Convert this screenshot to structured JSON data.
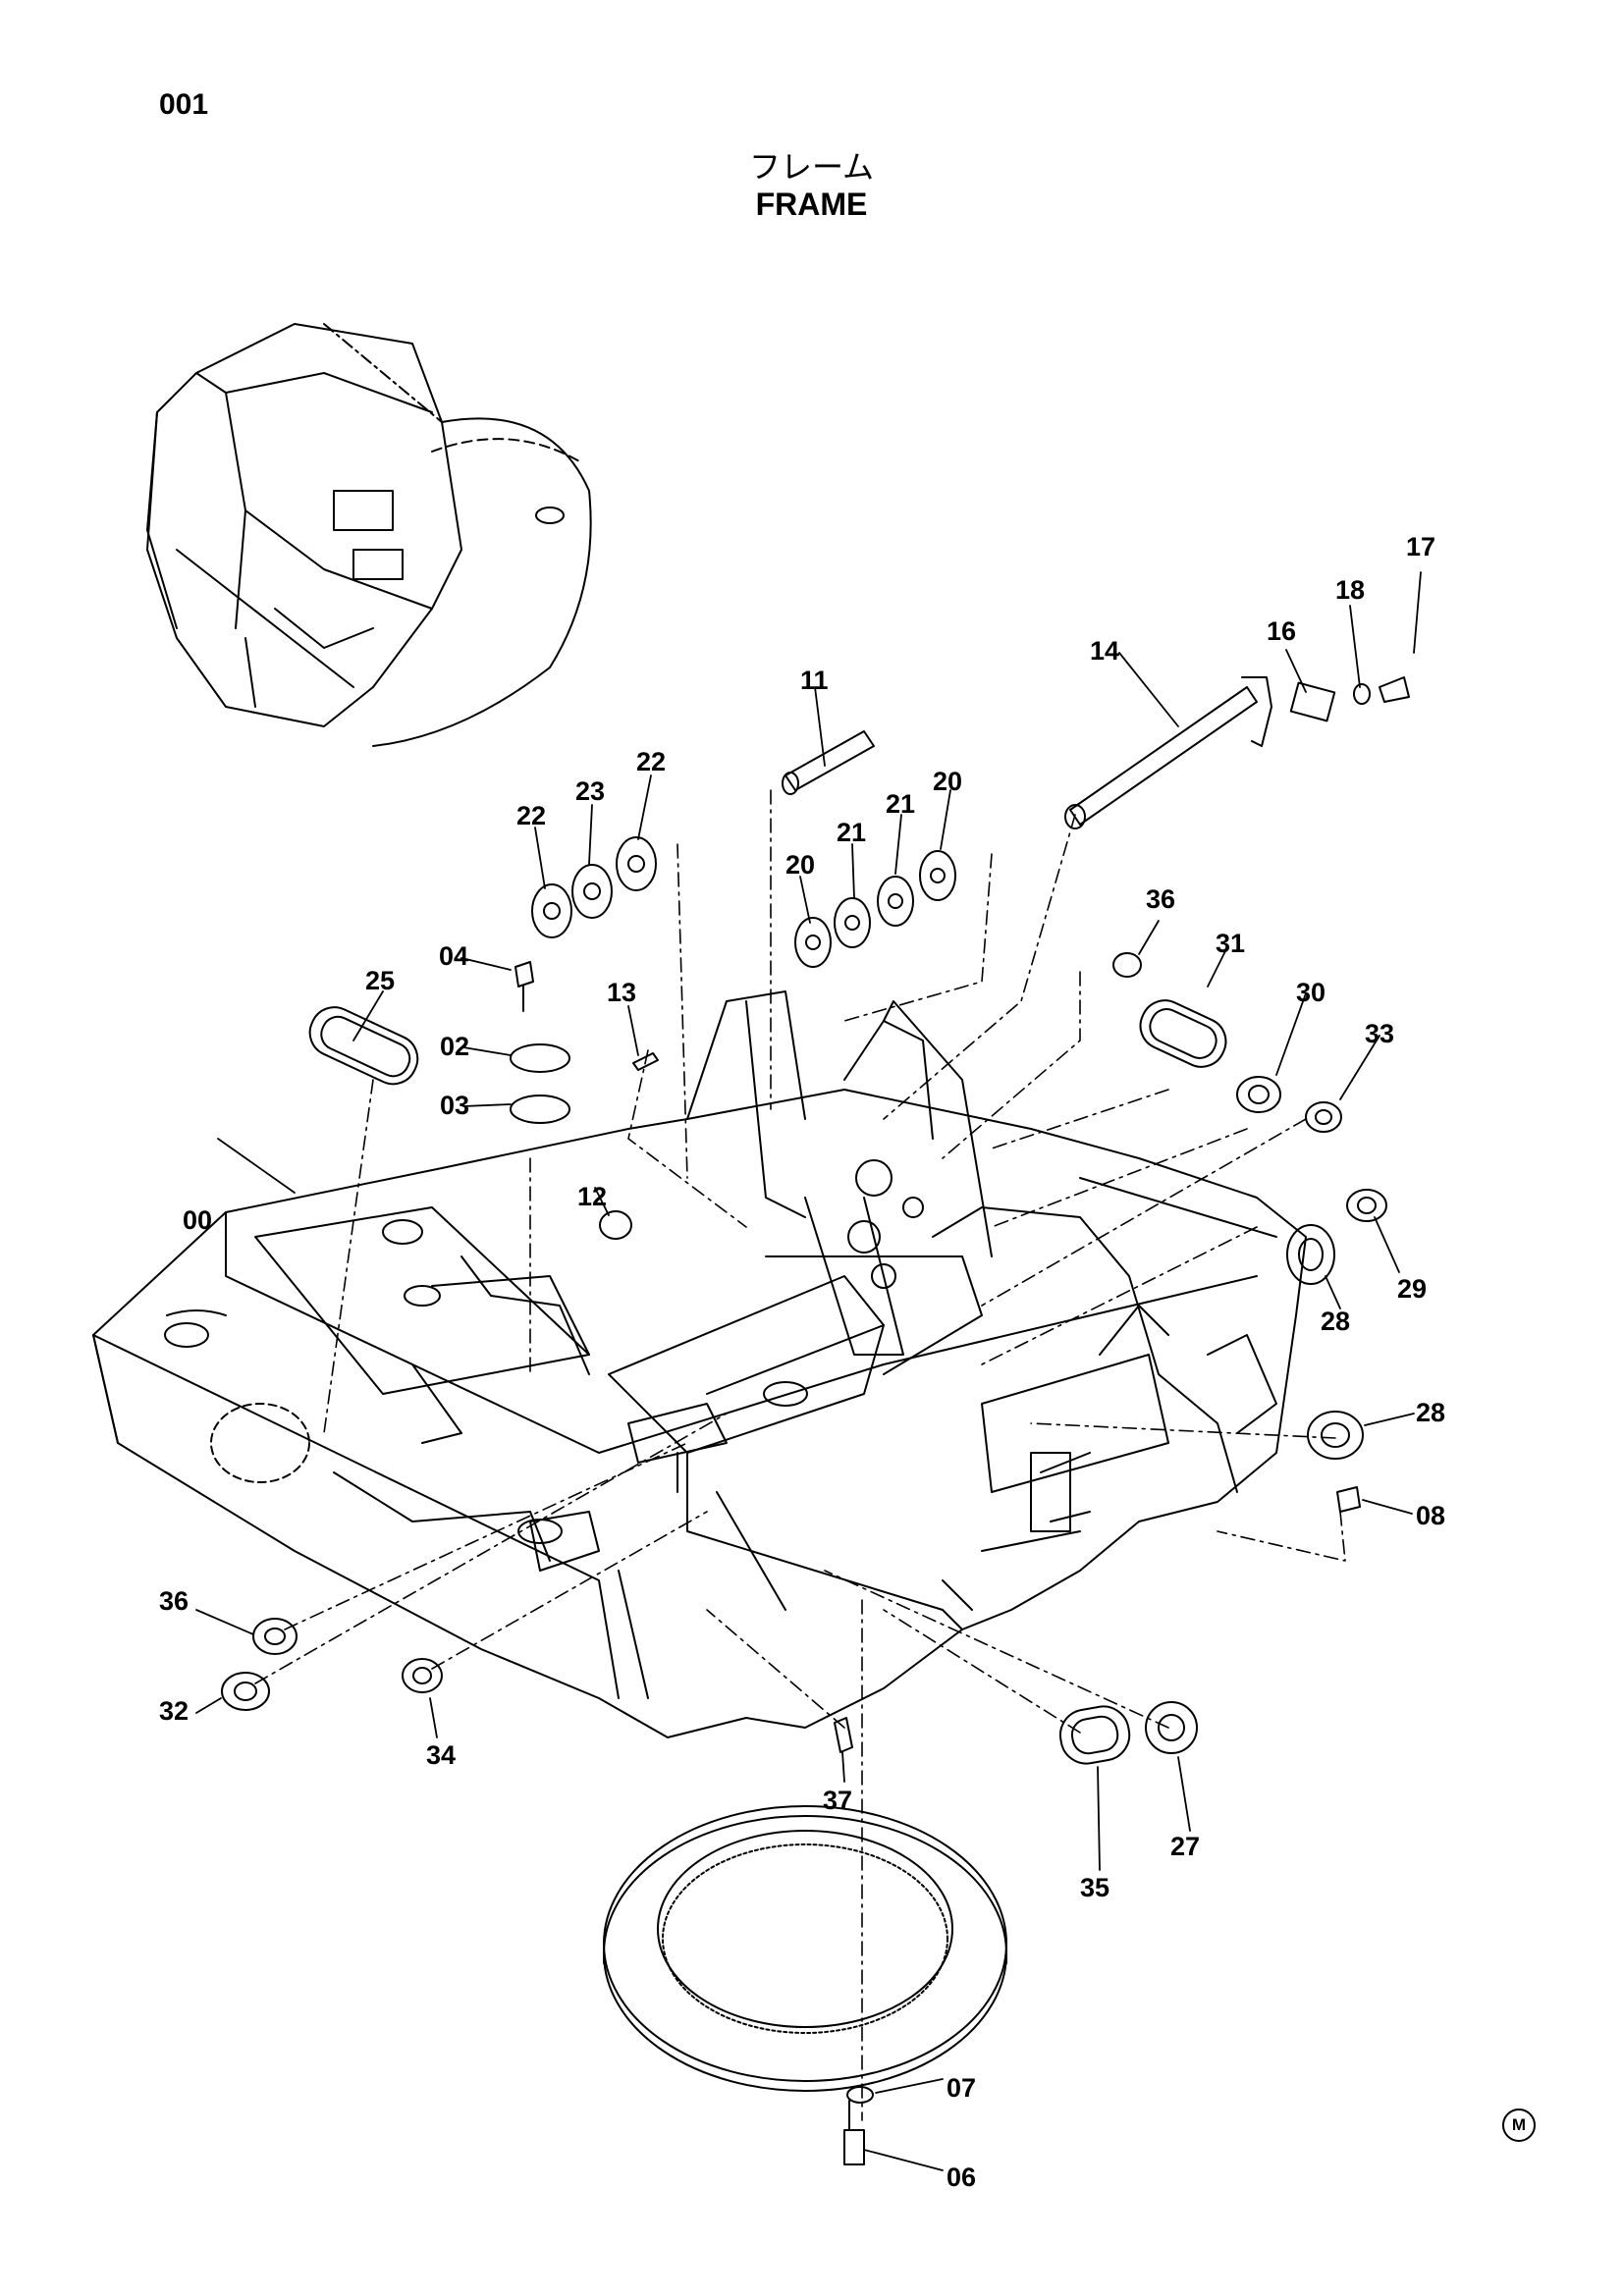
{
  "page_number": "001",
  "title_jp": "フレーム",
  "title_en": "FRAME",
  "corner_mark": "M",
  "part_labels": {
    "p00": "00",
    "p02": "02",
    "p03": "03",
    "p04": "04",
    "p06": "06",
    "p07": "07",
    "p08": "08",
    "p11": "11",
    "p12": "12",
    "p13": "13",
    "p14": "14",
    "p16": "16",
    "p17": "17",
    "p18": "18",
    "p20a": "20",
    "p20b": "20",
    "p21a": "21",
    "p21b": "21",
    "p22a": "22",
    "p22b": "22",
    "p23": "23",
    "p25": "25",
    "p27": "27",
    "p28a": "28",
    "p28b": "28",
    "p29": "29",
    "p30": "30",
    "p31": "31",
    "p32": "32",
    "p33": "33",
    "p34": "34",
    "p35": "35",
    "p36a": "36",
    "p36b": "36",
    "p37": "37"
  }
}
